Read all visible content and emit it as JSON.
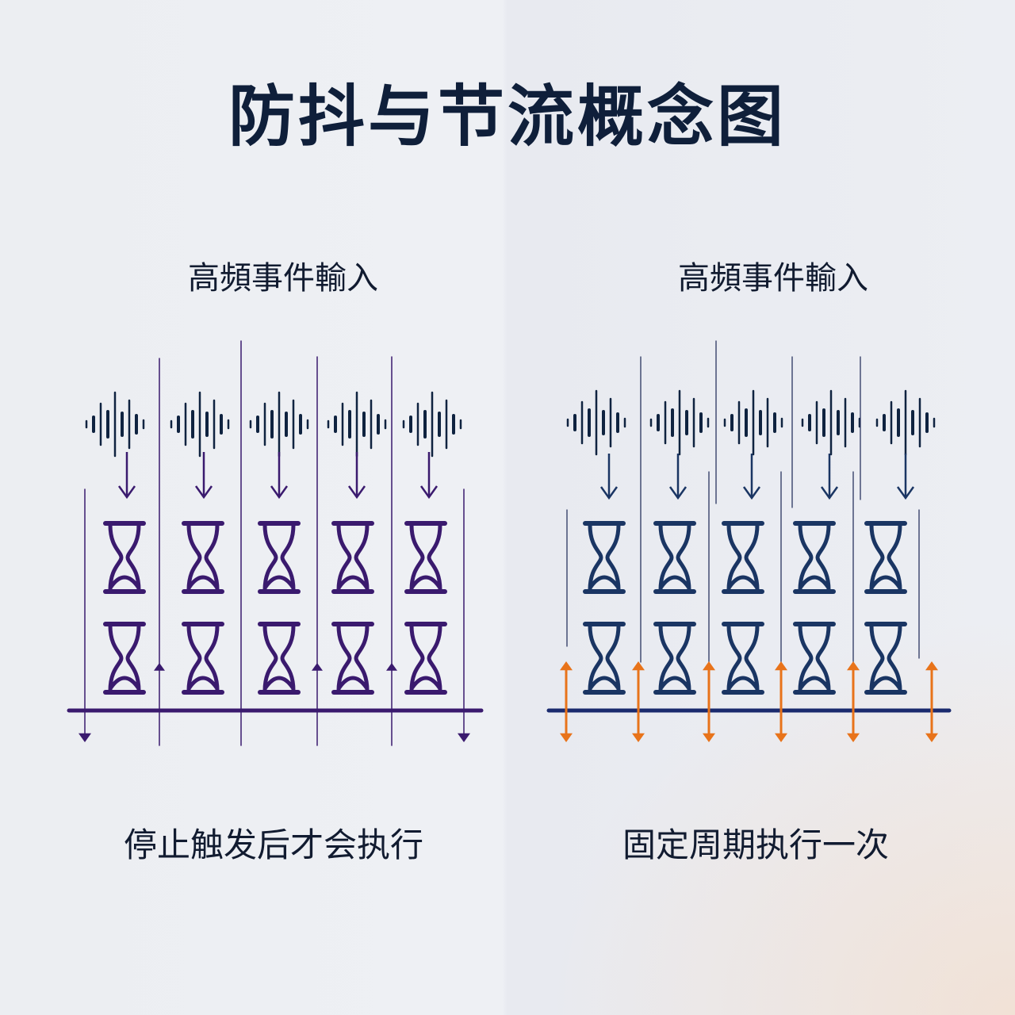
{
  "title": "防抖与节流概念图",
  "panels": [
    {
      "id": "debounce",
      "input_label": "高頻事件輸入",
      "caption": "停止触发后才会执行",
      "icon": "hourglass-icon",
      "wave_icon": "sound-wave-icon",
      "color": "#3a1a6e",
      "wave_color": "#0f2340"
    },
    {
      "id": "throttle",
      "input_label": "高頻事件輸入",
      "caption": "固定周期执行一次",
      "icon": "hourglass-icon",
      "wave_icon": "sound-wave-icon",
      "color": "#1a3563",
      "wave_color": "#0f2340",
      "accent": "#e8731a",
      "axis_color": "#1a2a6e"
    }
  ]
}
